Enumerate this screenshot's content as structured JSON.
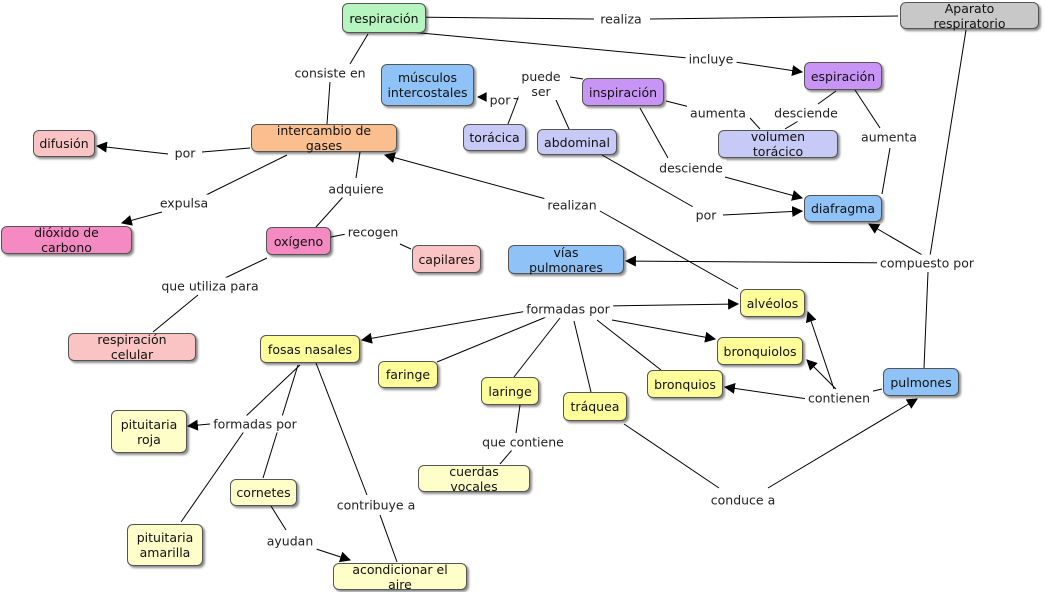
{
  "colors": {
    "gray": "#c8c8c8",
    "green": "#b6f5bf",
    "orange": "#fbbf8f",
    "purple": "#c895f7",
    "lavender": "#c7c9f7",
    "blue": "#8fc3f7",
    "pink_light": "#fbc4c4",
    "pink": "#f58ac3",
    "yellow": "#fdfd9a",
    "yellow_light": "#fefec9"
  },
  "nodes": {
    "aparato": "Aparato respiratorio",
    "respiracion": "respiración",
    "espiracion": "espiración",
    "inspiracion": "inspiración",
    "musculos": "músculos\nintercostales",
    "toracica": "torácica",
    "abdominal": "abdominal",
    "volumen": "volumen torácico",
    "diafragma": "diafragma",
    "intercambio": "intercambio de gases",
    "difusion": "difusión",
    "dioxido": "dióxido de carbono",
    "oxigeno": "oxígeno",
    "capilares": "capilares",
    "resp_celular": "respiración celular",
    "vias": "vías pulmonares",
    "alveolos": "alvéolos",
    "bronquiolos": "bronquiolos",
    "bronquios": "bronquios",
    "pulmones": "pulmones",
    "fosas": "fosas nasales",
    "faringe": "faringe",
    "laringe": "laringe",
    "traquea": "tráquea",
    "cuerdas": "cuerdas vocales",
    "pit_roja": "pituitaria\nroja",
    "cornetes": "cornetes",
    "pit_amarilla": "pituitaria\namarilla",
    "acondicionar": "acondicionar el aire"
  },
  "links": {
    "realiza": "realiza",
    "incluye": "incluye",
    "consiste_en": "consiste en",
    "puede_ser": "puede\nser",
    "por_musculos": "por",
    "aumenta_insp": "aumenta",
    "desciende_esp": "desciende",
    "aumenta_esp": "aumenta",
    "desciende_insp": "desciende",
    "por_abdominal": "por",
    "por_difusion": "por",
    "expulsa": "expulsa",
    "adquiere": "adquiere",
    "realizan": "realizan",
    "recogen": "recogen",
    "que_utiliza": "que utiliza para",
    "compuesto_por": "compuesto por",
    "formadas_por_vias": "formadas por",
    "contienen": "contienen",
    "formadas_por_fosas": "formadas por",
    "que_contiene": "que contiene",
    "ayudan": "ayudan",
    "contribuye_a": "contribuye a",
    "conduce_a": "conduce a"
  }
}
